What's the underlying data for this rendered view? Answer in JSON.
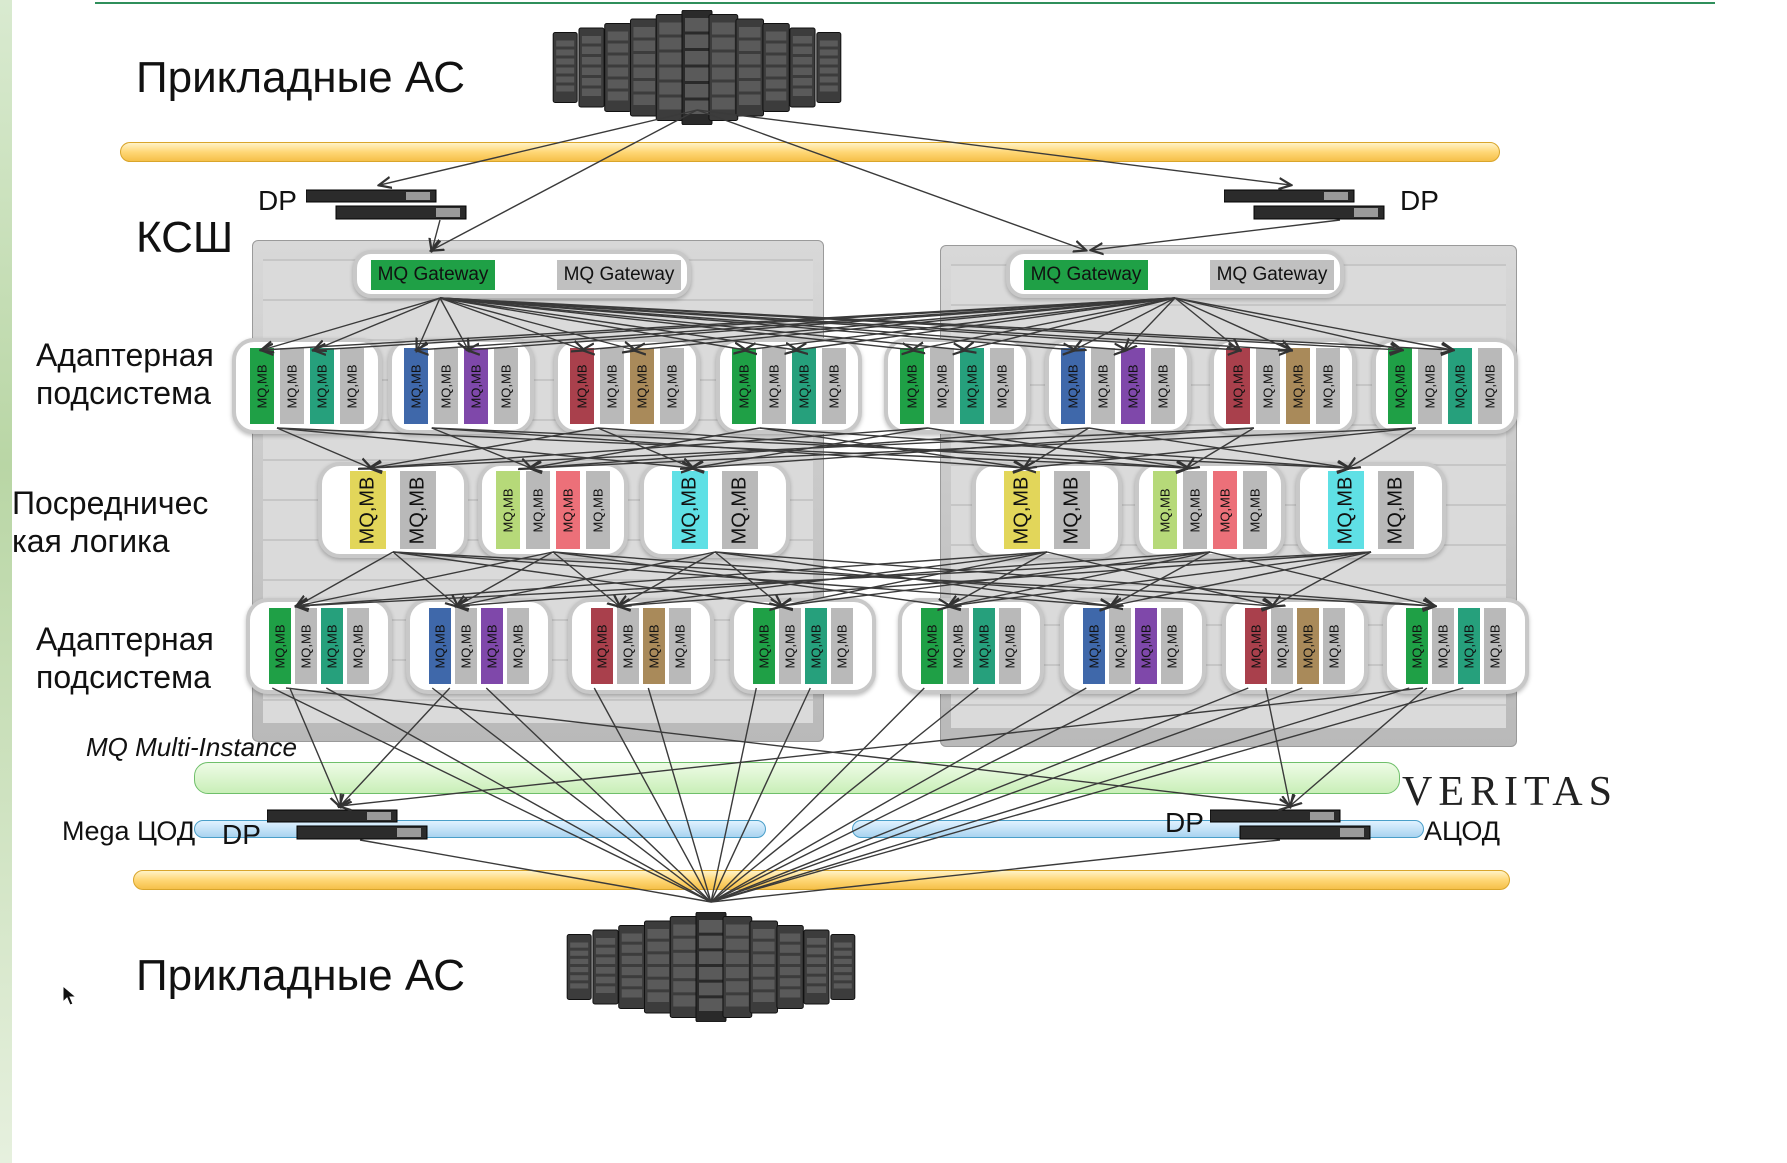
{
  "labels": {
    "top_systems": "Прикладные АС",
    "bottom_systems": "Прикладные АС",
    "ksh": "КСШ",
    "adapter_top": "Адаптерная\nподсистема",
    "broker": "Посредничес\nкая логика",
    "adapter_bottom": "Адаптерная\nподсистема",
    "mq_multi": "MQ Multi-Instance",
    "mega_cod": "Mega ЦОД",
    "acod": "АЦОД",
    "veritas": "VERITAS",
    "dp": "DP"
  },
  "gateways": [
    {
      "a": "MQ Gateway",
      "b": "MQ Gateway"
    },
    {
      "a": "MQ Gateway",
      "b": "MQ Gateway"
    }
  ],
  "chip_label": "MQ,MB",
  "colors": {
    "green": "#1fa046",
    "teal": "#26a07c",
    "blue": "#3f68aa",
    "purple": "#7f48aa",
    "red": "#a9404c",
    "brown": "#a98a5a",
    "gray": "#b9b9b9",
    "yellow": "#e2d65a",
    "lime": "#b6d979",
    "pink": "#ec7079",
    "cyan": "#5fe0e5",
    "gw_green": "#1fa046",
    "gw_gray": "#c0c0c0"
  },
  "adapter_groups": [
    [
      "green",
      "gray",
      "teal",
      "gray"
    ],
    [
      "blue",
      "gray",
      "purple",
      "gray"
    ],
    [
      "red",
      "gray",
      "brown",
      "gray"
    ],
    [
      "green",
      "gray",
      "teal",
      "gray"
    ],
    [
      "green",
      "gray",
      "teal",
      "gray"
    ],
    [
      "blue",
      "gray",
      "purple",
      "gray"
    ],
    [
      "red",
      "gray",
      "brown",
      "gray"
    ],
    [
      "green",
      "gray",
      "teal",
      "gray"
    ]
  ],
  "broker_groups": [
    [
      "yellow",
      "gray"
    ],
    [
      "lime",
      "gray",
      "pink",
      "gray"
    ],
    [
      "cyan",
      "gray"
    ],
    [
      "yellow",
      "gray"
    ],
    [
      "lime",
      "gray",
      "pink",
      "gray"
    ],
    [
      "cyan",
      "gray"
    ]
  ]
}
